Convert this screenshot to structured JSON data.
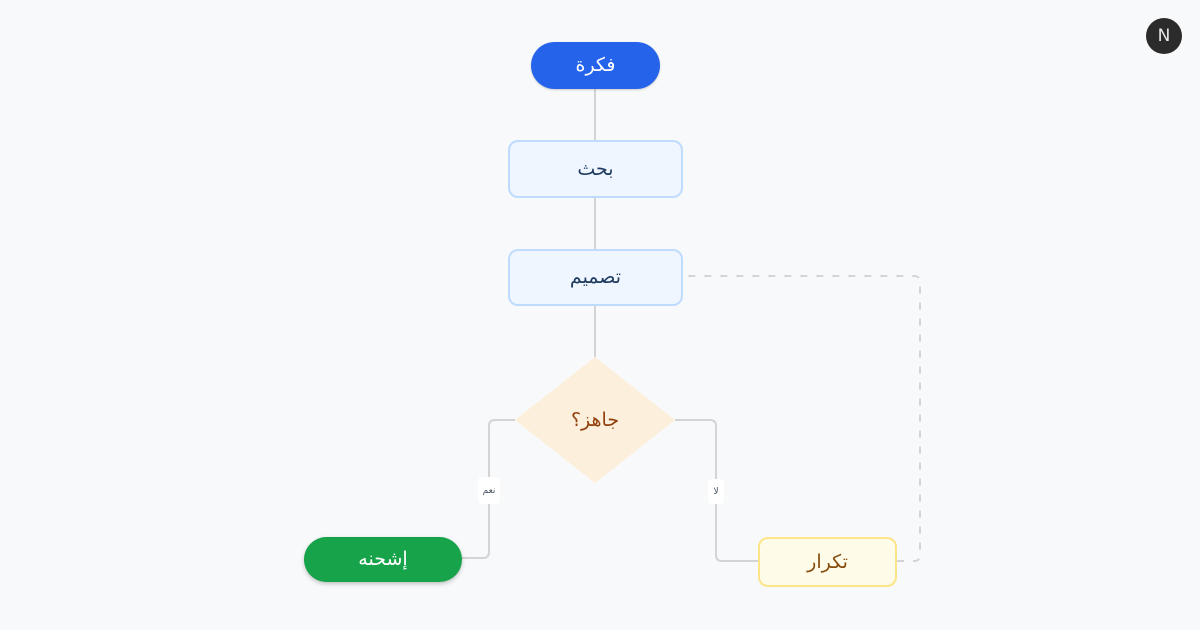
{
  "page": {
    "background": "#f8f9fa",
    "line_color": "#d4d4d4"
  },
  "brand": {
    "logo_letter": "N",
    "bg": "#2b2b2b"
  },
  "flowchart": {
    "nodes": [
      {
        "id": "idea",
        "label": "فكرة",
        "type": "pill",
        "bg": "#2563eb",
        "text_color": "#ffffff"
      },
      {
        "id": "research",
        "label": "بحث",
        "type": "box",
        "bg": "#eff6ff",
        "border": "#bfdbfe",
        "text_color": "#1e3a5f"
      },
      {
        "id": "design",
        "label": "تصميم",
        "type": "box",
        "bg": "#eff6ff",
        "border": "#bfdbfe",
        "text_color": "#1e3a5f"
      },
      {
        "id": "ready",
        "label": "جاهز؟",
        "type": "diamond",
        "bg": "#fcefdc",
        "text_color": "#92400e"
      },
      {
        "id": "ship",
        "label": "إشحنه",
        "type": "pill",
        "bg": "#17a34a",
        "text_color": "#ffffff"
      },
      {
        "id": "iterate",
        "label": "تكرار",
        "type": "box",
        "bg": "#fefce8",
        "border": "#fce588",
        "text_color": "#854d0e"
      }
    ],
    "edge_labels": {
      "yes": "نعم",
      "no": "لا"
    },
    "edges": [
      {
        "from": "idea",
        "to": "research",
        "style": "solid"
      },
      {
        "from": "research",
        "to": "design",
        "style": "solid"
      },
      {
        "from": "design",
        "to": "ready",
        "style": "solid"
      },
      {
        "from": "ready",
        "to": "ship",
        "style": "solid",
        "label": "نعم"
      },
      {
        "from": "ready",
        "to": "iterate",
        "style": "solid",
        "label": "لا"
      },
      {
        "from": "iterate",
        "to": "design",
        "style": "dashed"
      }
    ]
  }
}
